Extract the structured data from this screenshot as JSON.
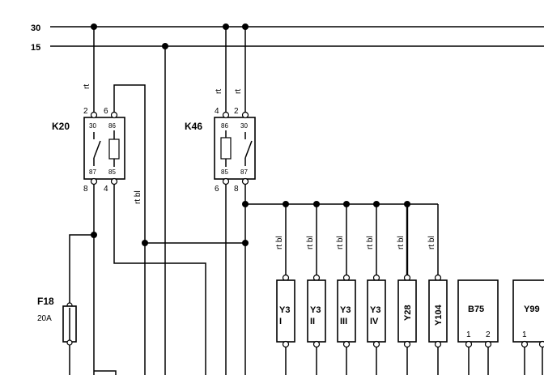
{
  "rails": {
    "r30": "30",
    "r15": "15"
  },
  "relay_k20": {
    "name": "K20",
    "pin_top_left": "2",
    "pin_top_right": "6",
    "pin_bottom_left": "8",
    "pin_bottom_right": "4",
    "t30": "30",
    "t86": "86",
    "t87": "87",
    "t85": "85"
  },
  "relay_k46": {
    "name": "K46",
    "pin_top_left": "4",
    "pin_top_right": "2",
    "pin_bottom_left": "6",
    "pin_bottom_right": "8",
    "t86": "86",
    "t30": "30",
    "t85": "85",
    "t87": "87"
  },
  "fuse": {
    "name": "F18",
    "rating": "20A"
  },
  "wire_colors": {
    "rt": "rt",
    "rtbl": "rt bl"
  },
  "injectors": [
    {
      "id": "Y3",
      "sub": "I"
    },
    {
      "id": "Y3",
      "sub": "II"
    },
    {
      "id": "Y3",
      "sub": "III"
    },
    {
      "id": "Y3",
      "sub": "IV"
    },
    {
      "id": "Y28",
      "sub": ""
    },
    {
      "id": "Y104",
      "sub": ""
    }
  ],
  "b75": {
    "name": "B75",
    "pin1": "1",
    "pin2": "2"
  },
  "y99": {
    "name": "Y99",
    "pin1": "1"
  }
}
